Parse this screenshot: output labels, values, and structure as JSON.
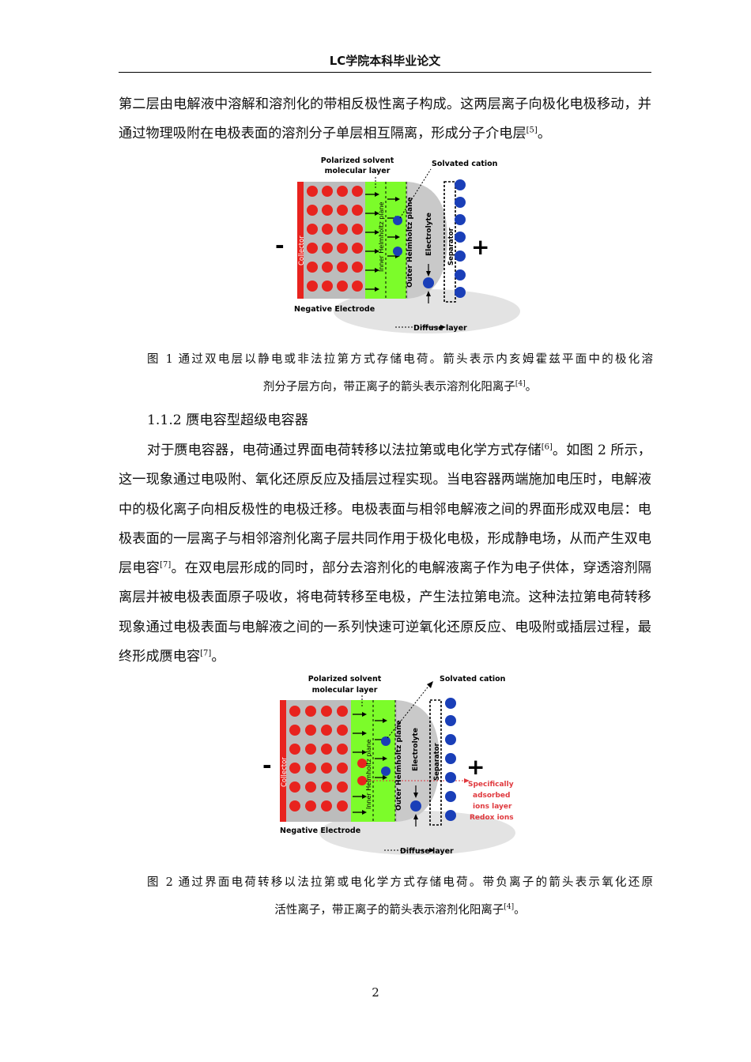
{
  "header": {
    "title": "LC学院本科毕业论文"
  },
  "intro_paragraph": {
    "text": "第二层由电解液中溶解和溶剂化的带相反极性离子构成。这两层离子向极化电极移动，并通过物理吸附在电极表面的溶剂分子单层相互隔离，形成分子介电层",
    "ref": "[5]",
    "end": "。"
  },
  "figure1": {
    "labels": {
      "polarized_top": "Polarized solvent",
      "polarized_bottom": "molecular layer",
      "solvated_cation": "Solvated cation",
      "collector": "Collector",
      "inner_helmholtz": "Inner Helmholtz plane",
      "outer_helmholtz": "Outer Helmholtz plane",
      "electrolyte": "Electrolyte",
      "separator": "Separator",
      "minus": "-",
      "plus": "+",
      "negative_electrode": "Negative Electrode",
      "diffuse_layer": "Diffuse layer"
    },
    "caption": {
      "line1": "图 1 通过双电层以静电或非法拉第方式存储电荷。箭头表示内亥姆霍兹平面中的极化溶",
      "line2": "剂分子层方向，带正离子的箭头表示溶剂化阳离子",
      "ref": "[4]",
      "end": "。"
    }
  },
  "section": {
    "heading": "1.1.2 赝电容型超级电容器"
  },
  "body_paragraph": {
    "s1": "对于赝电容器，电荷通过界面电荷转移以法拉第或电化学方式存储",
    "ref1": "[6]",
    "s2": "。如图 2 所示，这一现象通过电吸附、氧化还原反应及插层过程实现。当电容器两端施加电压时，电解液中的极化离子向相反极性的电极迁移。电极表面与相邻电解液之间的界面形成双电层：电极表面的一层离子与相邻溶剂化离子层共同作用于极化电极，形成静电场，从而产生双电层电容",
    "ref2": "[7]",
    "s3": "。在双电层形成的同时，部分去溶剂化的电解液离子作为电子供体，穿透溶剂隔离层并被电极表面原子吸收，将电荷转移至电极，产生法拉第电流。这种法拉第电荷转移现象通过电极表面与电解液之间的一系列快速可逆氧化还原反应、电吸附或插层过程，最终形成赝电容",
    "ref3": "[7]",
    "end": "。"
  },
  "figure2": {
    "labels": {
      "polarized_top": "Polarized solvent",
      "polarized_bottom": "molecular layer",
      "solvated_cation": "Solvated cation",
      "collector": "Collector",
      "inner_helmholtz": "Inner Helmholtz plane",
      "outer_helmholtz": "Outer Helmholtz plane",
      "electrolyte": "Electrolyte",
      "separator": "Separator",
      "minus": "-",
      "plus": "+",
      "negative_electrode": "Negative Electrode",
      "diffuse_layer": "Diffuse layer",
      "specifically": "Specifically",
      "adsorbed": "adsorbed",
      "ions_layer": "ions layer",
      "redox_ions": "Redox ions"
    },
    "caption": {
      "line1": "图 2 通过界面电荷转移以法拉第或电化学方式存储电荷。带负离子的箭头表示氧化还原",
      "line2": "活性离子，带正离子的箭头表示溶剂化阳离子",
      "ref": "[4]",
      "end": "。"
    }
  },
  "footer": {
    "page_number": "2"
  },
  "colors": {
    "collector_red": "#e8231e",
    "helmholtz_green": "#7cfc2a",
    "cation_blue": "#1a3fb8",
    "annotation_red": "#e0393e"
  }
}
